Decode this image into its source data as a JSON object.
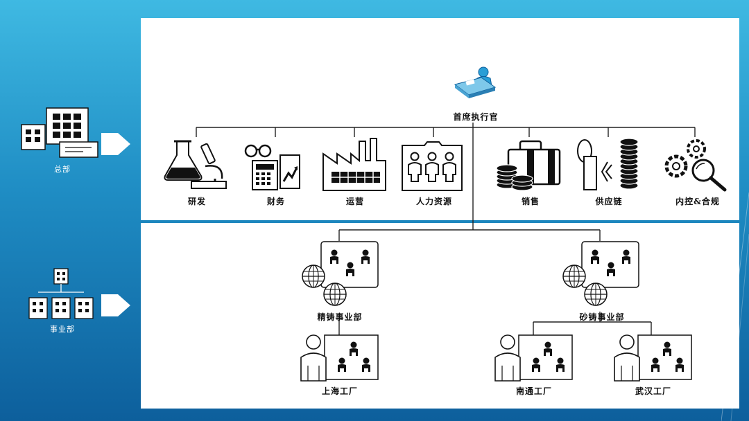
{
  "side": {
    "headquarters_label": "总部",
    "business_unit_label": "事业部"
  },
  "ceo": {
    "label": "首席执行官"
  },
  "departments": [
    {
      "label": "研发",
      "icon": "lab-microscope-icon"
    },
    {
      "label": "财务",
      "icon": "calculator-chart-icon"
    },
    {
      "label": "运营",
      "icon": "factory-icon"
    },
    {
      "label": "人力资源",
      "icon": "people-folder-icon"
    },
    {
      "label": "销售",
      "icon": "briefcase-coins-icon"
    },
    {
      "label": "供应链",
      "icon": "coin-stack-icon"
    },
    {
      "label": "内控&合规",
      "icon": "gears-magnifier-icon"
    }
  ],
  "business_units": [
    {
      "label": "精铸事业部",
      "icon": "global-team-icon"
    },
    {
      "label": "砂铸事业部",
      "icon": "global-team-icon"
    }
  ],
  "factories": [
    {
      "label": "上海工厂",
      "icon": "manager-team-icon"
    },
    {
      "label": "南通工厂",
      "icon": "manager-team-icon"
    },
    {
      "label": "武汉工厂",
      "icon": "manager-team-icon"
    }
  ],
  "colors": {
    "background_top": "#3fb9e2",
    "background_bottom": "#0d5f9c",
    "panel": "#ffffff",
    "line": "#222222"
  }
}
